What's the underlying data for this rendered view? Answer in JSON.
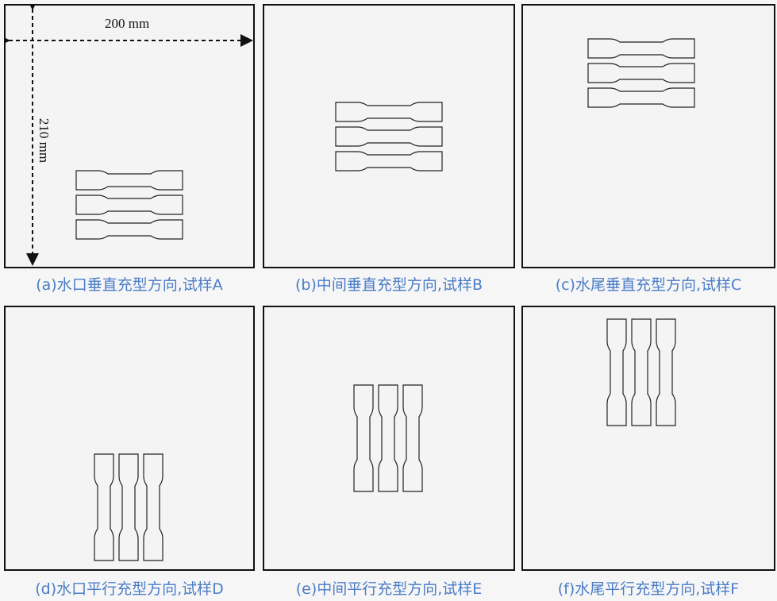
{
  "dimensions": {
    "width_label": "200 mm",
    "height_label": "210 mm"
  },
  "panels": [
    {
      "id": "a",
      "caption": "(a)水口垂直充型方向,试样A",
      "orientation": "horizontal",
      "count": 3
    },
    {
      "id": "b",
      "caption": "(b)中间垂直充型方向,试样B",
      "orientation": "horizontal",
      "count": 3
    },
    {
      "id": "c",
      "caption": "(c)水尾垂直充型方向,试样C",
      "orientation": "horizontal",
      "count": 3
    },
    {
      "id": "d",
      "caption": "(d)水口平行充型方向,试样D",
      "orientation": "vertical",
      "count": 3
    },
    {
      "id": "e",
      "caption": "(e)中间平行充型方向,试样E",
      "orientation": "vertical",
      "count": 3
    },
    {
      "id": "f",
      "caption": "(f)水尾平行充型方向,试样F",
      "orientation": "vertical",
      "count": 3
    }
  ]
}
